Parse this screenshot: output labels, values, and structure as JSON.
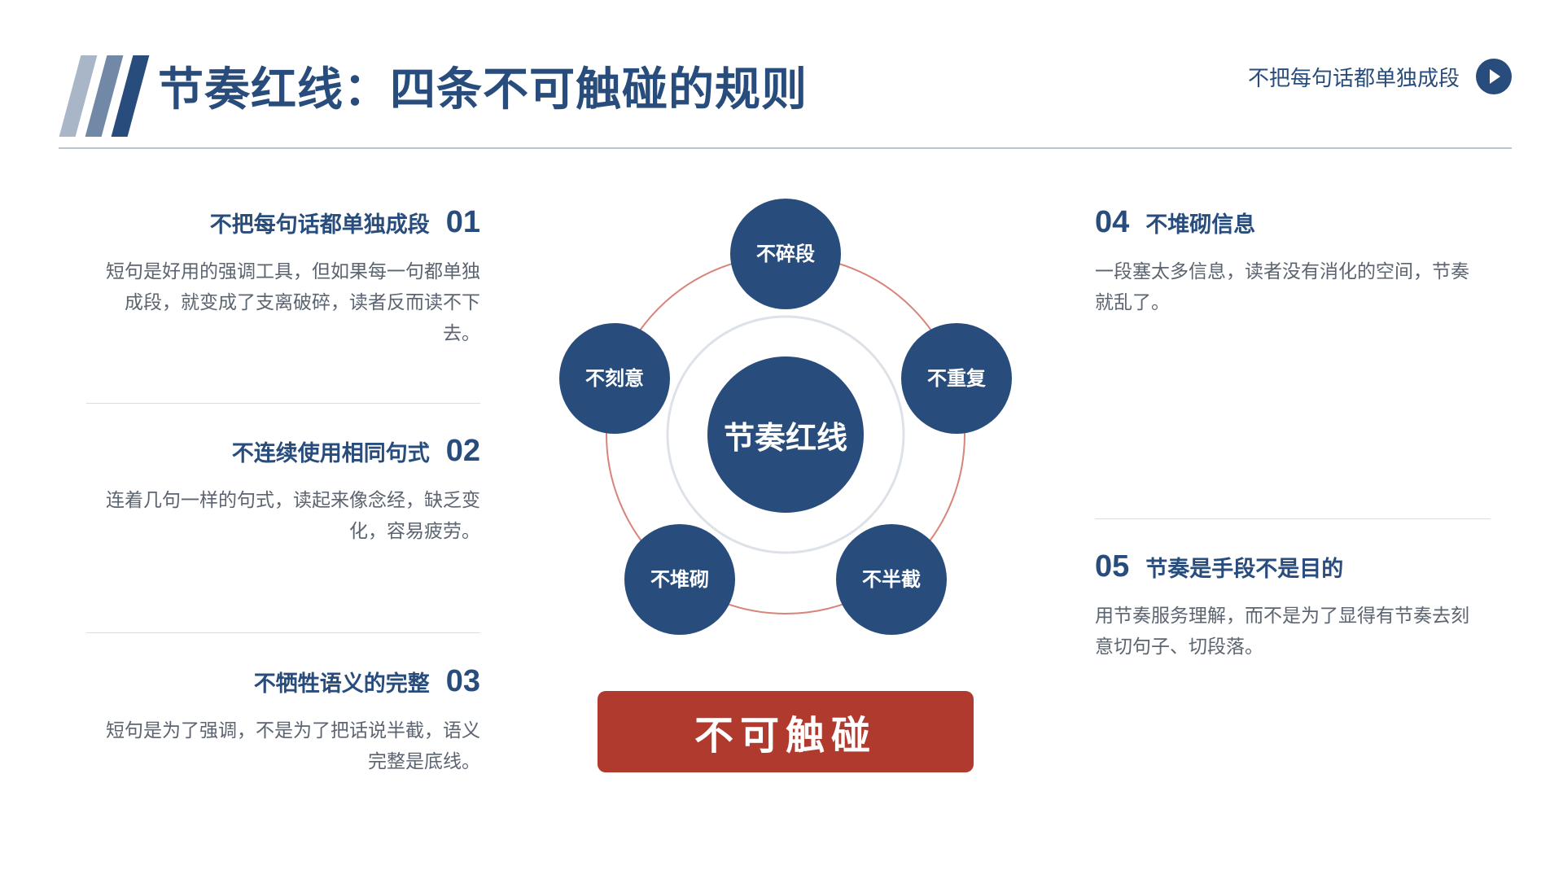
{
  "header": {
    "title": "节奏红线：四条不可触碰的规则",
    "nav_label": "不把每句话都单独成段",
    "nav_icon": "play-icon"
  },
  "rules": [
    {
      "num": "01",
      "title": "不把每句话都单独成段",
      "desc": "短句是好用的强调工具，但如果每一句都单独成段，就变成了支离破碎，读者反而读不下去。"
    },
    {
      "num": "02",
      "title": "不连续使用相同句式",
      "desc": "连着几句一样的句式，读起来像念经，缺乏变化，容易疲劳。"
    },
    {
      "num": "03",
      "title": "不牺牲语义的完整",
      "desc": "短句是为了强调，不是为了把话说半截，语义完整是底线。"
    },
    {
      "num": "04",
      "title": "不堆砌信息",
      "desc": "一段塞太多信息，读者没有消化的空间，节奏就乱了。"
    },
    {
      "num": "05",
      "title": "节奏是手段不是目的",
      "desc": "用节奏服务理解，而不是为了显得有节奏去刻意切句子、切段落。"
    }
  ],
  "diagram": {
    "center": "节奏红线",
    "nodes": [
      "不碎段",
      "不重复",
      "不半截",
      "不堆砌",
      "不刻意"
    ]
  },
  "banner": "不可触碰",
  "colors": {
    "navy": "#284d7c",
    "red": "#b03a2e",
    "ring": "#d9847a",
    "text": "#5b6470"
  }
}
